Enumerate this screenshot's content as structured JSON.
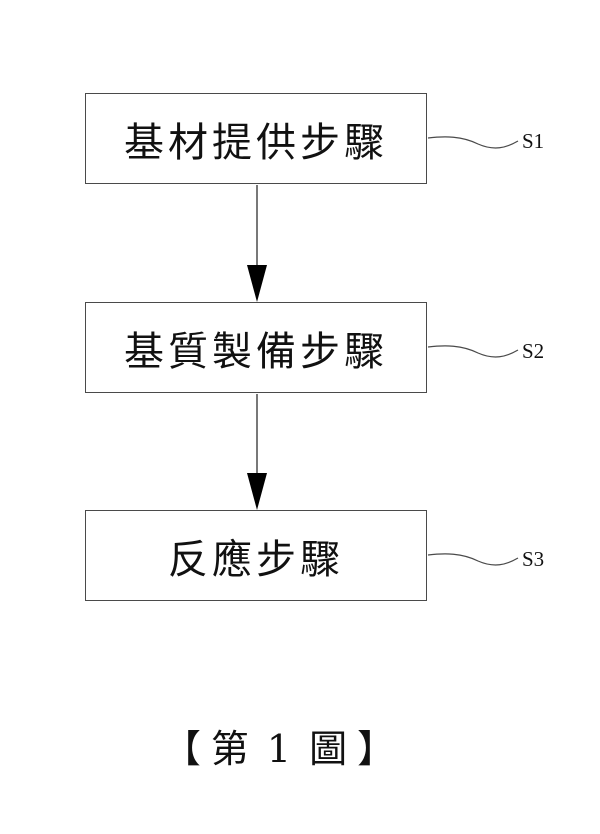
{
  "figure": {
    "steps": [
      {
        "id": "S1",
        "label": "基材提供步驟"
      },
      {
        "id": "S2",
        "label": "基質製備步驟"
      },
      {
        "id": "S3",
        "label": "反應步驟"
      }
    ],
    "connections": [
      {
        "from": "S1",
        "to": "S2"
      },
      {
        "from": "S2",
        "to": "S3"
      }
    ],
    "caption": {
      "open_bracket": "【",
      "prefix": "第",
      "number": "1",
      "suffix": "圖",
      "close_bracket": "】"
    },
    "colors": {
      "line": "#4a4a4a",
      "arrowhead": "#000000",
      "text": "#111111"
    }
  }
}
